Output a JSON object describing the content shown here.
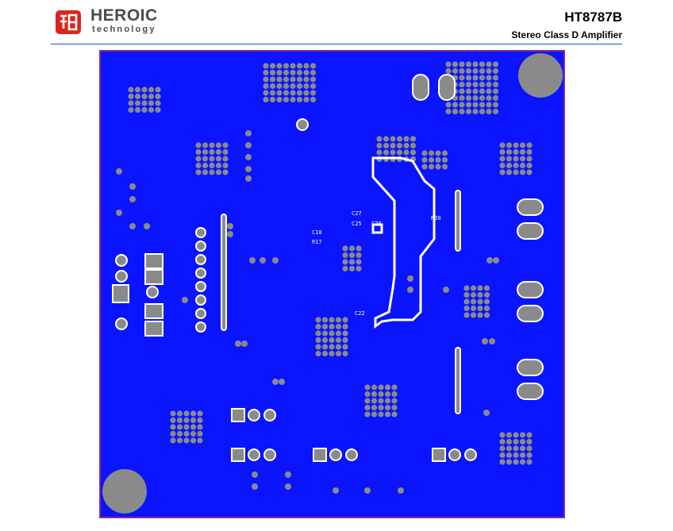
{
  "header": {
    "brand_name": "HEROIC",
    "brand_sub": "technology",
    "part_number": "HT8787B",
    "description": "Stereo Class D Amplifier"
  },
  "board": {
    "copper_color": "#0a14ff",
    "outline_color": "#8e2a8c",
    "pad_color": "#8a8a8a",
    "silk_color": "#ffffff",
    "component_labels": {
      "c27": "C27",
      "c28": "C28",
      "c25": "C25",
      "c22": "C22",
      "c10": "C10",
      "r17": "R17",
      "r20": "R20"
    }
  }
}
